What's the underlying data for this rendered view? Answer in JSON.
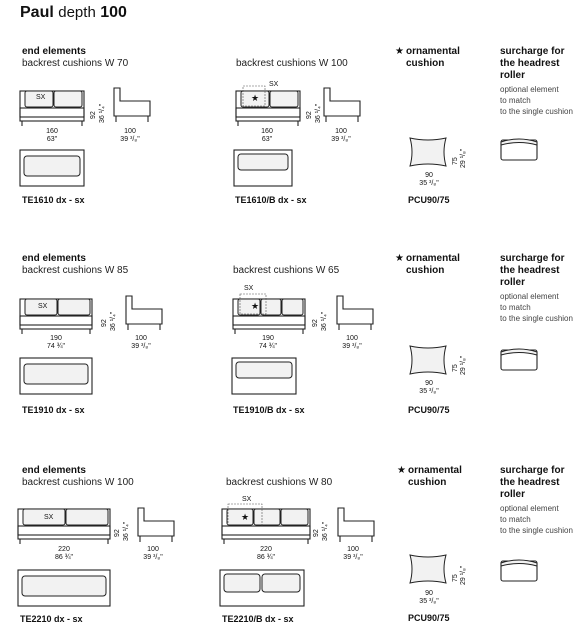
{
  "header": {
    "name": "Paul",
    "mid": "depth",
    "num": "100"
  },
  "common": {
    "orn_star": "★",
    "orn_label_1": "ornamental",
    "orn_label_2": "cushion",
    "sur_1": "surcharge for",
    "sur_2": "the headrest",
    "sur_3": "roller",
    "opt_1": "optional element",
    "opt_2": "to match",
    "opt_3": "to the single cushion",
    "pcu_code": "PCU90/75",
    "pcu_w": "90",
    "pcu_w_in": "35 ³/₈\"",
    "pcu_h": "75",
    "pcu_h_in": "29 ¹/₈\"",
    "sx": "SX",
    "depth_cm": "100",
    "depth_in": "39 ³/₈\"",
    "h_cm": "92",
    "h_in": "36 ¹/₄\"",
    "end_elements": "end elements"
  },
  "sections": [
    {
      "left_sub": "backrest cushions W 70",
      "right_sub": "backrest cushions W 100",
      "w_cm": "160",
      "w_in": "63\"",
      "code_a": "TE1610 dx - sx",
      "code_b": "TE1610/B dx - sx"
    },
    {
      "left_sub": "backrest cushions W 85",
      "right_sub": "backrest cushions W 65",
      "w_cm": "190",
      "w_in": "74 ¾\"",
      "code_a": "TE1910 dx - sx",
      "code_b": "TE1910/B dx - sx"
    },
    {
      "left_sub": "backrest cushions W 100",
      "right_sub": "backrest cushions W 80",
      "w_cm": "220",
      "w_in": "86 ¾\"",
      "code_a": "TE2210 dx - sx",
      "code_b": "TE2210/B dx - sx"
    }
  ]
}
